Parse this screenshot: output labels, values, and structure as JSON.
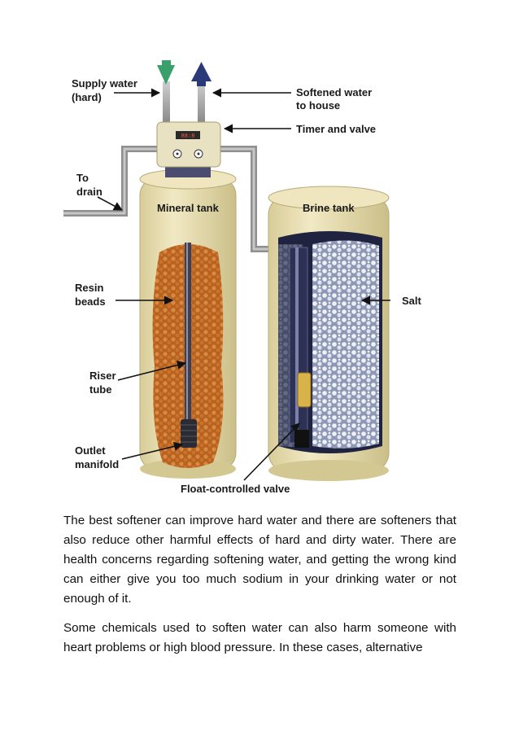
{
  "diagram": {
    "labels": {
      "supply_line1": "Supply water",
      "supply_line2": "(hard)",
      "softened_line1": "Softened water",
      "softened_line2": "to house",
      "timer": "Timer and valve",
      "drain_line1": "To",
      "drain_line2": "drain",
      "mineral_tank": "Mineral tank",
      "brine_tank": "Brine tank",
      "resin_line1": "Resin",
      "resin_line2": "beads",
      "salt": "Salt",
      "riser_line1": "Riser",
      "riser_line2": "tube",
      "outlet_line1": "Outlet",
      "outlet_line2": "manifold",
      "float_valve": "Float-controlled valve"
    },
    "colors": {
      "tank": "#e6dcae",
      "tank_shadow": "#c9bd88",
      "resin": "#c9722e",
      "pipe": "#9a9a9a",
      "supply_arrow": "#3aa06b",
      "softened_arrow": "#2a3a78",
      "brine_dark": "#1f2340",
      "salt": "#cfd6e6"
    },
    "icons": [
      "supply-arrow-icon",
      "softened-arrow-icon"
    ]
  },
  "text": {
    "paragraph1": "The best softener can improve hard water and there are softeners that also reduce other harmful effects of hard and dirty water. There are health concerns regarding softening water, and getting the wrong kind can either give you too much sodium in your drinking water or not enough of it.",
    "paragraph2": "Some chemicals used to soften water can also harm someone with heart problems or high blood pressure. In these cases, alternative"
  }
}
